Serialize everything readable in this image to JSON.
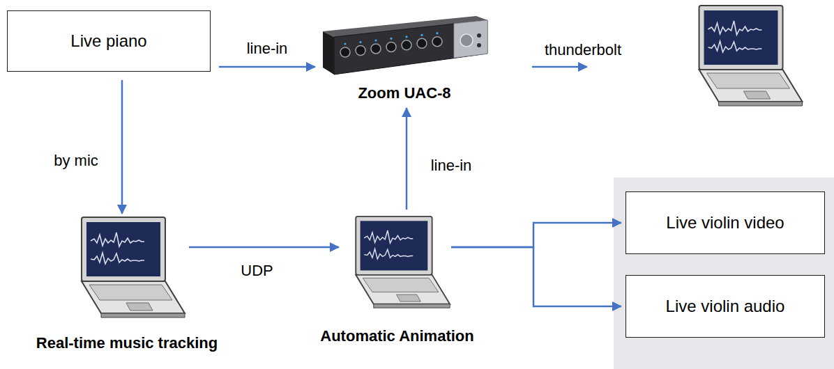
{
  "diagram": {
    "nodes": [
      {
        "text": [
          "Live piano"
        ]
      },
      {
        "text": [
          "Zoom UAC-8"
        ]
      },
      {
        "text": [
          "Real-time music tracking"
        ]
      },
      {
        "text": [
          "Automatic Animation"
        ]
      },
      {
        "text": [
          "Live violin video"
        ]
      },
      {
        "text": [
          "Live violin audio"
        ]
      }
    ],
    "edges": [
      {
        "from": 0,
        "to": 1,
        "arrow": "to",
        "label": "line-in"
      },
      {
        "from": 0,
        "to": 2,
        "arrow": "to",
        "label": "by mic"
      },
      {
        "from": 2,
        "to": 3,
        "arrow": "to",
        "label": "UDP"
      },
      {
        "from": 3,
        "to": 1,
        "arrow": "to",
        "label": "line-in"
      },
      {
        "from": 3,
        "to": 4,
        "arrow": "to"
      },
      {
        "from": 3,
        "to": 5,
        "arrow": "to"
      }
    ],
    "labels": [
      "thunderbolt"
    ]
  }
}
